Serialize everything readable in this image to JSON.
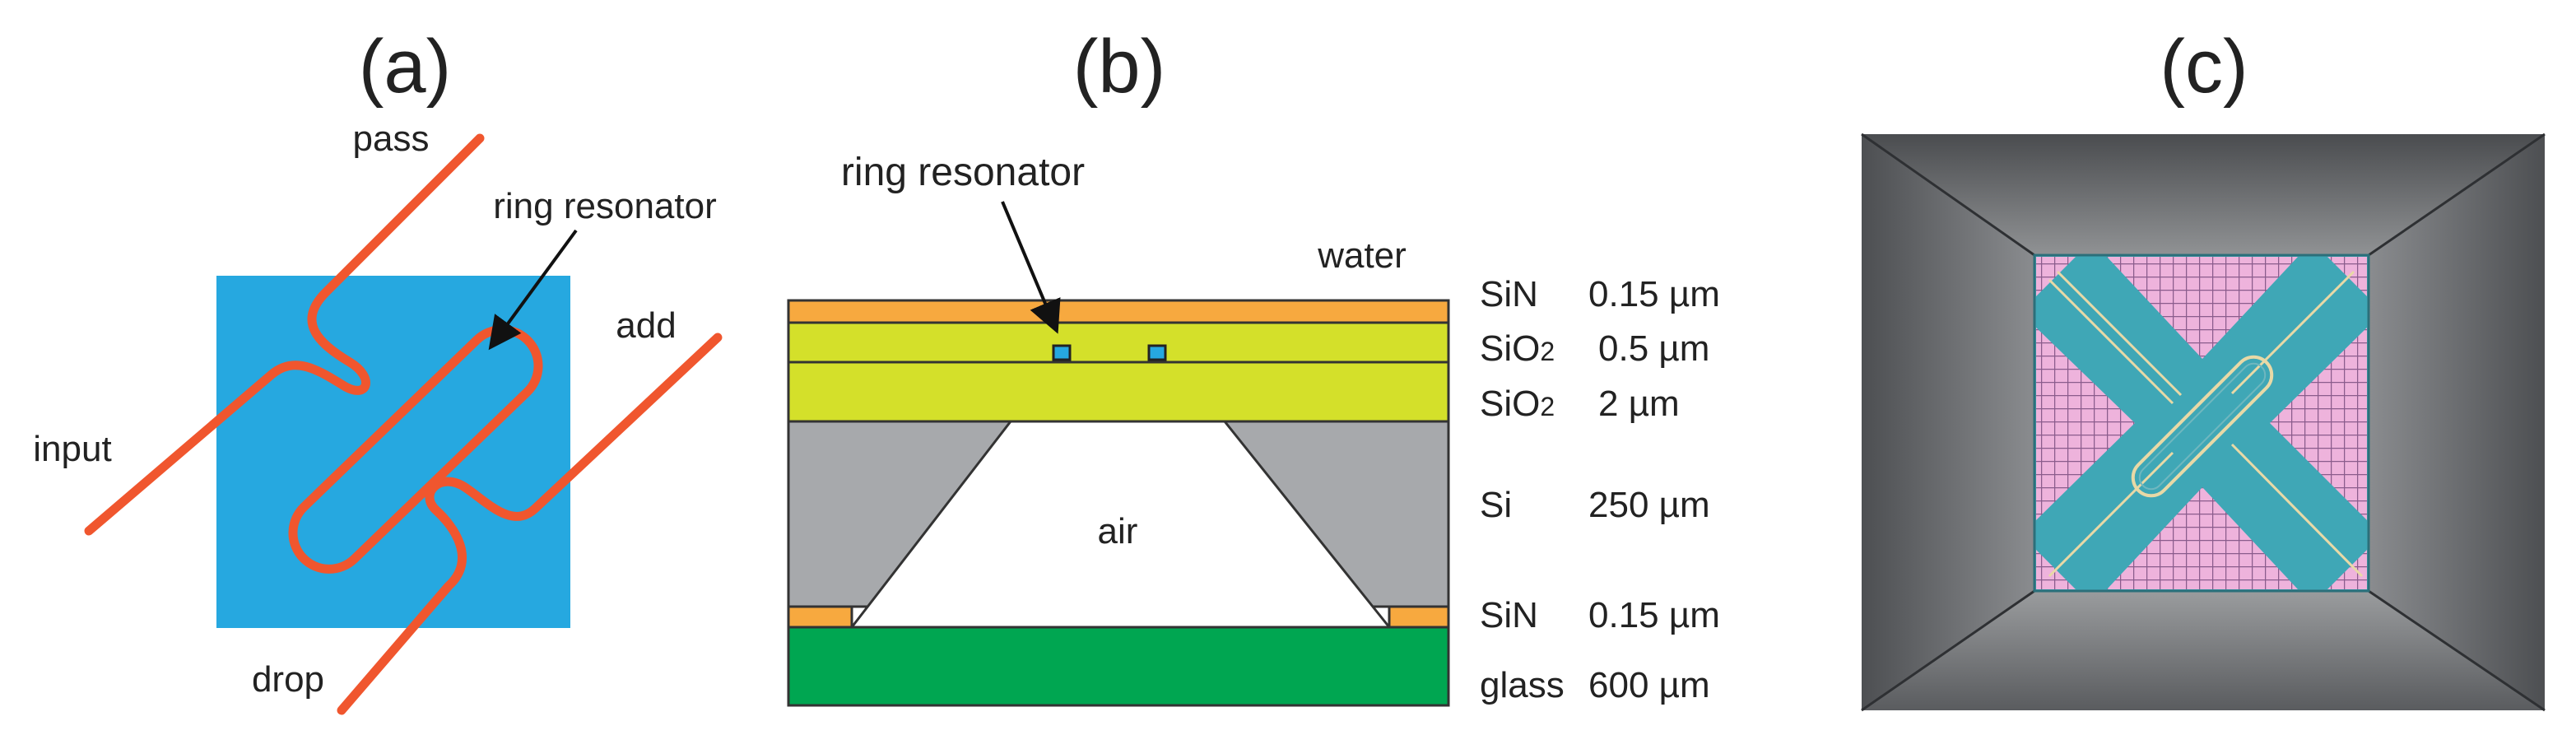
{
  "colors": {
    "chip_blue": "#26a8e0",
    "waveguide_orange": "#f0562e",
    "sin_orange": "#f7a93f",
    "sio2_yellow": "#d4e02a",
    "si_gray": "#a7a9ac",
    "glass_green": "#00a651",
    "micro_pink": "#e9a9d6",
    "micro_cyan": "#3fa7b6"
  },
  "panel_a": {
    "label": "(a)",
    "pass": "pass",
    "add": "add",
    "input": "input",
    "drop": "drop",
    "ring": "ring resonator"
  },
  "panel_b": {
    "label": "(b)",
    "ring": "ring resonator",
    "water": "water",
    "air": "air",
    "layers": [
      {
        "material": "SiN",
        "sub": "",
        "thickness": "0.15 µm"
      },
      {
        "material": "SiO",
        "sub": "2",
        "thickness": "0.5 µm"
      },
      {
        "material": "SiO",
        "sub": "2",
        "thickness": "2 µm"
      },
      {
        "material": "Si",
        "sub": "",
        "thickness": "250 µm"
      },
      {
        "material": "SiN",
        "sub": "",
        "thickness": "0.15 µm"
      },
      {
        "material": "glass",
        "sub": "",
        "thickness": "600 µm"
      }
    ]
  },
  "panel_c": {
    "label": "(c)"
  }
}
